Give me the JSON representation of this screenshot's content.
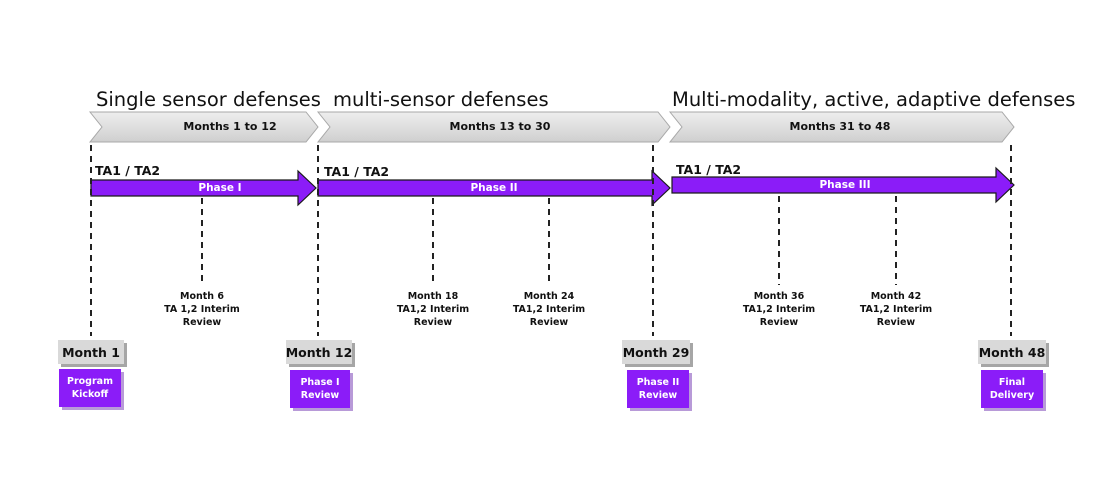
{
  "phases": [
    {
      "heading": "Single sensor defenses",
      "months": "Months 1 to 12",
      "ta": "TA1 / TA2",
      "arrow": "Phase I"
    },
    {
      "heading": "multi-sensor defenses",
      "months": "Months 13 to 30",
      "ta": "TA1 / TA2",
      "arrow": "Phase II"
    },
    {
      "heading": "Multi-modality, active, adaptive defenses",
      "months": "Months 31 to 48",
      "ta": "TA1 / TA2",
      "arrow": "Phase III"
    }
  ],
  "interim_reviews": [
    {
      "line1": "Month 6",
      "line2": "TA 1,2 Interim",
      "line3": "Review"
    },
    {
      "line1": "Month 18",
      "line2": "TA1,2 Interim",
      "line3": "Review"
    },
    {
      "line1": "Month 24",
      "line2": "TA1,2 Interim",
      "line3": "Review"
    },
    {
      "line1": "Month 36",
      "line2": "TA1,2 Interim",
      "line3": "Review"
    },
    {
      "line1": "Month 42",
      "line2": "TA1,2 Interim",
      "line3": "Review"
    }
  ],
  "milestones": [
    {
      "month": "Month 1",
      "event_line1": "Program",
      "event_line2": "Kickoff"
    },
    {
      "month": "Month 12",
      "event_line1": "Phase I",
      "event_line2": "Review"
    },
    {
      "month": "Month 29",
      "event_line1": "Phase II",
      "event_line2": "Review"
    },
    {
      "month": "Month 48",
      "event_line1": "Final",
      "event_line2": "Delivery"
    }
  ],
  "colors": {
    "arrow_fill": "#8b1cf8",
    "chevron_fill": "#d9d9d9",
    "month_box_fill": "#d9d9d9",
    "event_box_fill": "#8b1cf8"
  }
}
